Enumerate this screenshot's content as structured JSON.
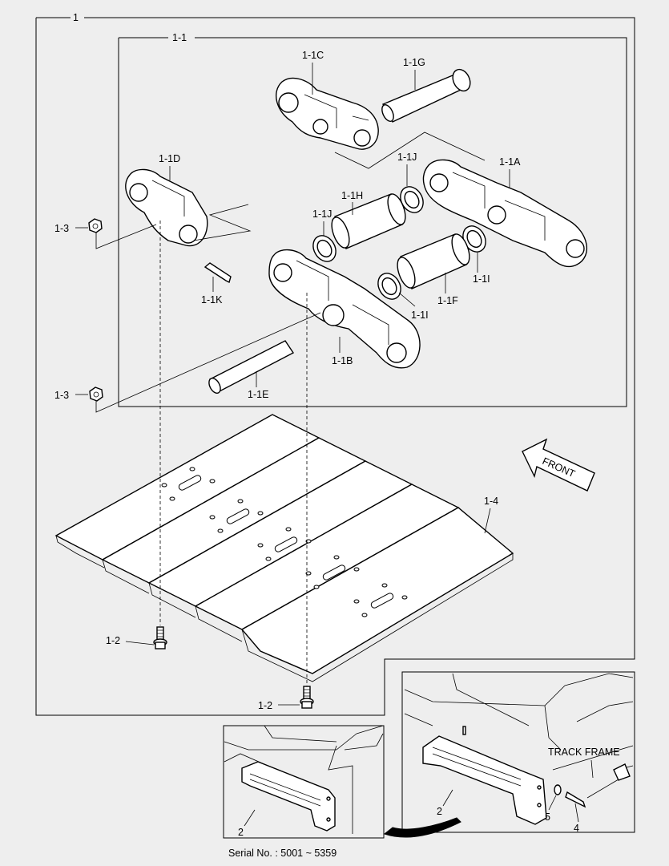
{
  "labels": {
    "assembly": "1",
    "sub_assembly": "1-1",
    "link_c": "1-1C",
    "pin_g": "1-1G",
    "link_d": "1-1D",
    "link_a": "1-1A",
    "seal_j_upper": "1-1J",
    "seal_j_lower": "1-1J",
    "bushing_h": "1-1H",
    "nut_upper": "1-3",
    "nut_lower": "1-3",
    "seal_i_right": "1-1I",
    "seal_i_center": "1-1I",
    "bushing_f": "1-1F",
    "lock_k": "1-1K",
    "link_b": "1-1B",
    "pin_e": "1-1E",
    "shoe": "1-4",
    "bolt_left": "1-2",
    "bolt_bottom": "1-2",
    "step_small": "2",
    "step_large": "2",
    "washer": "5",
    "bolt_step": "4",
    "track_frame": "TRACK FRAME",
    "front": "FRONT",
    "serial": "Serial No. : 5001 ~ 5359"
  }
}
